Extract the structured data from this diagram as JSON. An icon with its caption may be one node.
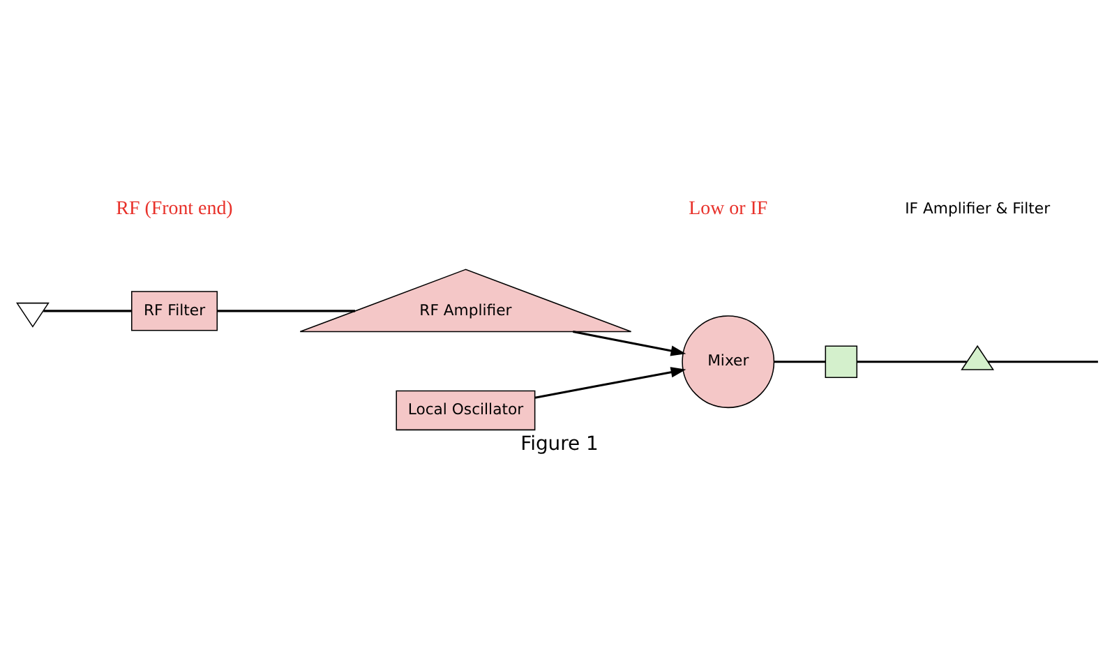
{
  "diagram": {
    "caption": "Figure 1",
    "nodes": [
      {
        "text": [],
        "shape": "antenna"
      },
      {
        "text": [
          "RF Filter"
        ]
      },
      {
        "text": [
          "RF Amplifier"
        ]
      },
      {
        "text": [
          "Mixer"
        ]
      },
      {
        "text": [],
        "shape": "box"
      },
      {
        "text": [],
        "shape": "triangle"
      },
      {
        "text": [
          "Local Oscillator"
        ]
      }
    ],
    "edges": [
      {
        "from": 0,
        "to": 1,
        "arrow": "none"
      },
      {
        "from": 1,
        "to": 2,
        "arrow": "none"
      },
      {
        "from": 2,
        "to": 3,
        "arrow": "to"
      },
      {
        "from": 3,
        "to": 4,
        "arrow": "none"
      },
      {
        "from": 4,
        "to": 5,
        "arrow": "none"
      },
      {
        "from": 5,
        "to": null,
        "arrow": "none"
      },
      {
        "from": 6,
        "to": 3,
        "arrow": "to"
      }
    ],
    "labels": [
      "RF (Front end)",
      "Low or IF",
      "IF Amplifier & Filter"
    ]
  }
}
